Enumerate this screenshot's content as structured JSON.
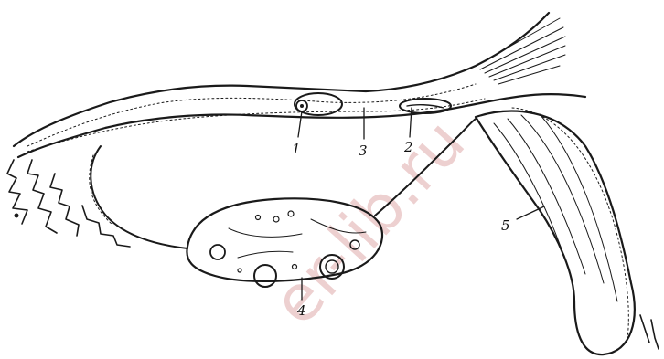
{
  "figure": {
    "labels": [
      {
        "id": "1",
        "text": "1"
      },
      {
        "id": "2",
        "text": "2"
      },
      {
        "id": "3",
        "text": "3"
      },
      {
        "id": "4",
        "text": "4"
      },
      {
        "id": "5",
        "text": "5"
      }
    ],
    "watermark": "er-lib.ru",
    "ink_color": "#1a1a1a",
    "watermark_color": "#b03030"
  }
}
